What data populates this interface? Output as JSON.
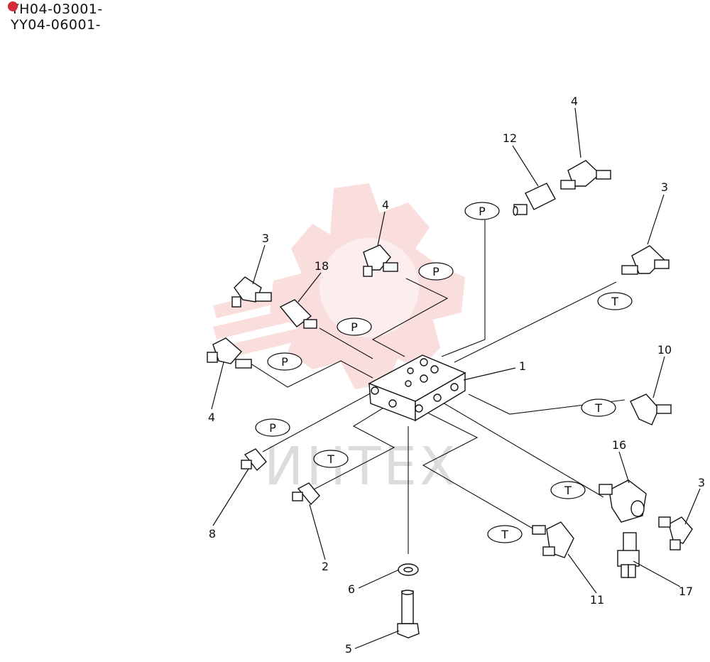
{
  "header": {
    "serials": [
      "YH04-03001-",
      "YY04-06001-"
    ]
  },
  "watermark": {
    "text": "ИНТЕХ",
    "logo_color": "#f4b8b8",
    "text_color": "#d6d6d6"
  },
  "ports": {
    "p1": "P",
    "p2": "P",
    "p3": "P",
    "p4": "P",
    "p5": "P",
    "t1": "T",
    "t2": "T",
    "t3": "T",
    "t4": "T",
    "t5": "T"
  },
  "callouts": {
    "n4_top": "4",
    "n12": "12",
    "n3_right": "3",
    "n4_mid": "4",
    "n3_left": "3",
    "n18": "18",
    "n10": "10",
    "n1": "1",
    "n4_left": "4",
    "n16": "16",
    "n3_br": "3",
    "n8": "8",
    "n2": "2",
    "n6": "6",
    "n11": "11",
    "n17": "17",
    "n5": "5"
  }
}
